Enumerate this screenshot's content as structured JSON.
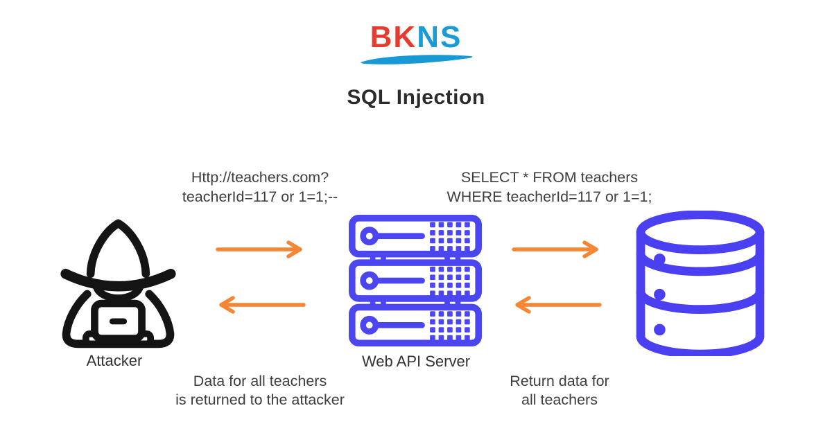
{
  "title": "SQL Injection",
  "logo": {
    "text_red": "BK",
    "text_blue": "NS",
    "red_color": "#e63c2f",
    "blue_color": "#189bd7",
    "swoosh_color": "#1899d5"
  },
  "colors": {
    "background": "#ffffff",
    "attacker_icon": "#141414",
    "server_icon": "#4c46f1",
    "database_icon": "#4a3ff1",
    "arrow_orange": "#f58634",
    "body_text": "#3e3e3e",
    "title_text": "#2b2b2b"
  },
  "nodes": [
    {
      "id": "attacker",
      "label": "Attacker",
      "icon": "hacker-attacker-icon"
    },
    {
      "id": "web-api-server",
      "label": "Web API Server",
      "icon": "server-rack-icon"
    },
    {
      "id": "database",
      "icon": "database-cylinder-icon"
    }
  ],
  "annotations": {
    "attack_request": {
      "line1": "Http://teachers.com?",
      "line2": "teacherId=117 or 1=1;--"
    },
    "sql_query": {
      "line1": "SELECT * FROM teachers",
      "line2": "WHERE teacherId=117 or 1=1;"
    },
    "data_returned": {
      "line1": "Data for all teachers",
      "line2": "is returned to the attacker"
    },
    "return_data": {
      "line1": "Return data for",
      "line2": "all teachers"
    }
  },
  "arrows": [
    {
      "from": "attacker",
      "to": "web-api-server",
      "direction": "right"
    },
    {
      "from": "web-api-server",
      "to": "attacker",
      "direction": "left"
    },
    {
      "from": "web-api-server",
      "to": "database",
      "direction": "right"
    },
    {
      "from": "database",
      "to": "web-api-server",
      "direction": "left"
    }
  ]
}
